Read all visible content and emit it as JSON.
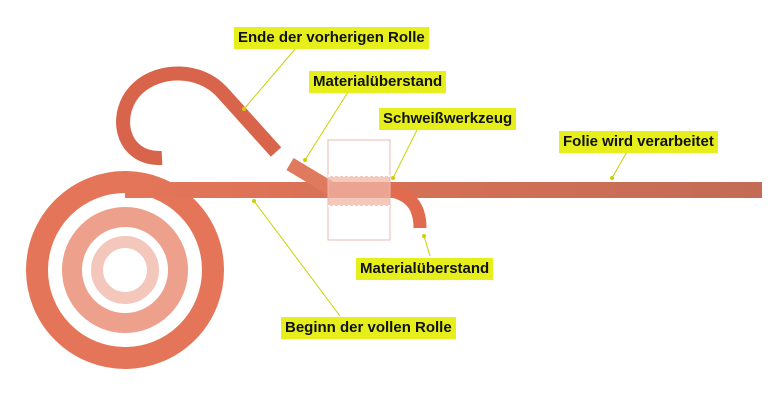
{
  "labels": {
    "end_previous_roll": "Ende der vorherigen Rolle",
    "material_overhang_top": "Materialüberstand",
    "welding_tool": "Schweißwerkzeug",
    "film_processed": "Folie wird verarbeitet",
    "material_overhang_bottom": "Materialüberstand",
    "start_full_roll": "Beginn der vollen Rolle"
  },
  "colors": {
    "film_main": "#e47558",
    "film_dark": "#c66a52",
    "roll_ring_mid": "#eda08b",
    "roll_ring_light": "#f3c7bb",
    "label_bg": "#e6ef1b",
    "leader_line": "#c9d200",
    "tool_outline": "#e8b9b0"
  }
}
